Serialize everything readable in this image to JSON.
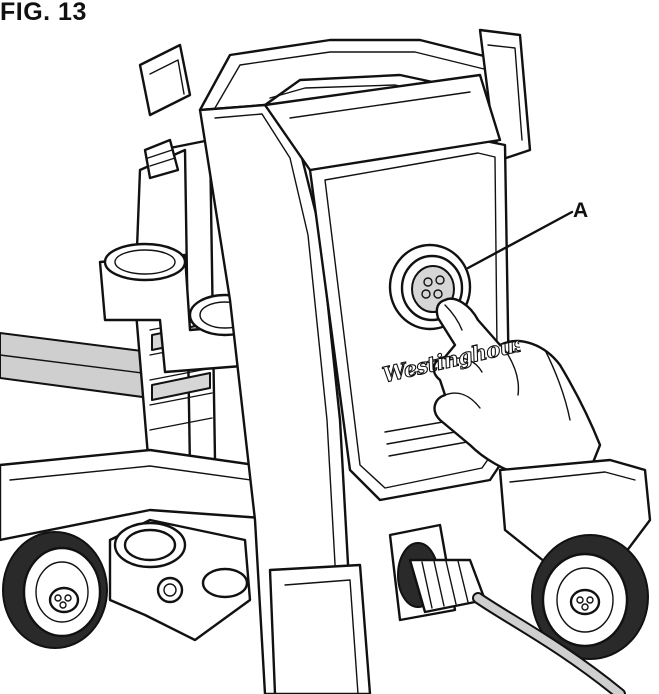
{
  "figure": {
    "label": "FIG. 13",
    "callout": "A",
    "brand_text": "Westinghouse"
  },
  "colors": {
    "line": "#111111",
    "hose_fill": "#cfcfcf",
    "background": "#ffffff"
  }
}
